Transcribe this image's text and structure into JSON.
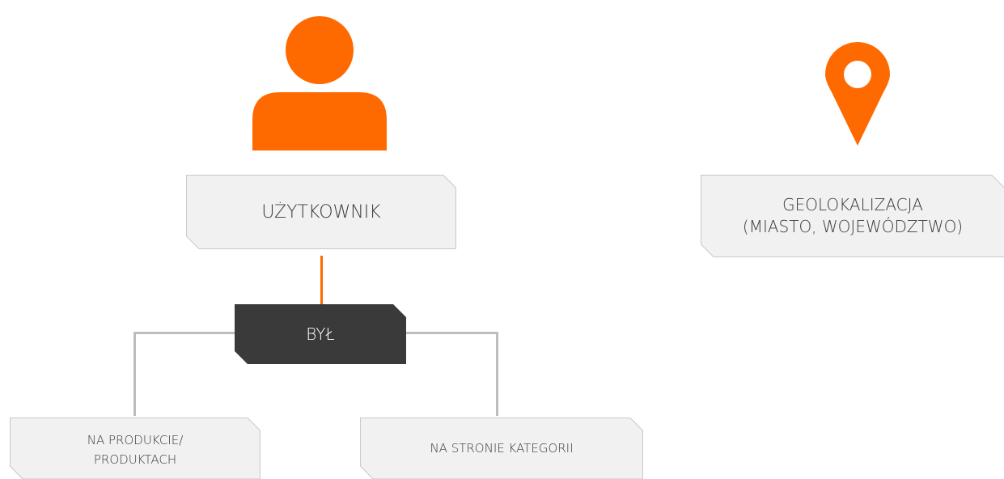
{
  "colors": {
    "accent": "#ff6a00",
    "box_fill": "#f1f1f1",
    "box_stroke": "#c9c9c9",
    "dark_box": "#3a3a3a",
    "connector": "#bdbdbd",
    "text": "#3a3a3a"
  },
  "icons": {
    "user": "user-icon",
    "location": "location-pin-icon"
  },
  "nodes": {
    "user": {
      "label": "UŻYTKOWNIK"
    },
    "visited": {
      "label": "BYŁ"
    },
    "products": {
      "line1": "NA PRODUKCIE/",
      "line2": "PRODUKTACH"
    },
    "category": {
      "label": "NA STRONIE KATEGORII"
    },
    "geo": {
      "line1": "GEOLOKALIZACJA",
      "line2": "(MIASTO, WOJEWÓDZTWO)"
    }
  }
}
